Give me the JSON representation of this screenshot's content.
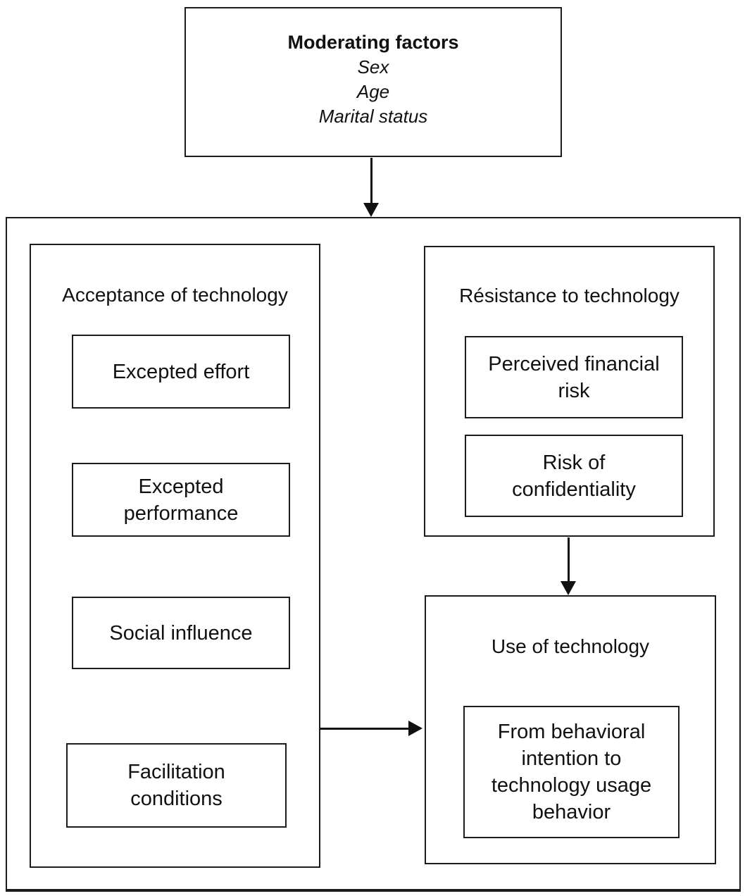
{
  "diagram": {
    "moderating": {
      "title": "Moderating factors",
      "factors": [
        "Sex",
        "Age",
        "Marital status"
      ]
    },
    "acceptance": {
      "title": "Acceptance of technology",
      "items": [
        "Excepted effort",
        "Excepted performance",
        "Social influence",
        "Facilitation conditions"
      ]
    },
    "resistance": {
      "title": "Résistance to technology",
      "items": [
        "Perceived financial risk",
        "Risk of confidentiality"
      ]
    },
    "use": {
      "title": "Use of technology",
      "items": [
        "From behavioral intention to technology usage behavior"
      ]
    },
    "arrows": [
      {
        "name": "moderating-to-model",
        "direction": "down"
      },
      {
        "name": "resistance-to-use",
        "direction": "down"
      },
      {
        "name": "acceptance-to-use",
        "direction": "right"
      }
    ],
    "colors": {
      "border": "#1c1c1c",
      "text": "#111111",
      "background": "#ffffff"
    }
  }
}
